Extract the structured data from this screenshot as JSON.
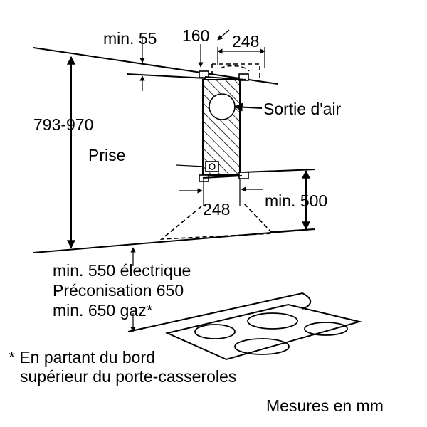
{
  "labels": {
    "min_55": "min. 55",
    "dim_160": "160",
    "dim_248_top": "248",
    "air_outlet": "Sortie d'air",
    "height_range": "793-970",
    "socket": "Prise",
    "dim_248_bottom": "248",
    "min_500": "min. 500",
    "clearance_electric": "min. 550 électrique",
    "clearance_recommended": "Préconisation 650",
    "clearance_gas": "min. 650 gaz*",
    "footnote_line1": "* En partant du bord",
    "footnote_line2": "supérieur du porte-casseroles",
    "units": "Mesures en mm"
  },
  "colors": {
    "line": "#000000",
    "background": "#ffffff"
  }
}
